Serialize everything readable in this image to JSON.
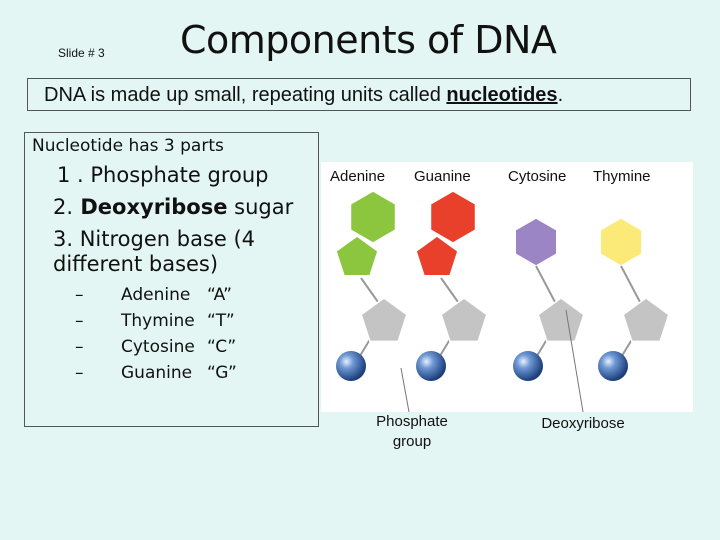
{
  "slide_number": "Slide # 3",
  "title": "Components of DNA",
  "intro": {
    "prefix": "DNA is made up small, repeating units called ",
    "term": "nucleotides",
    "suffix": "."
  },
  "parts": {
    "heading": "Nucleotide has 3  parts",
    "items": [
      {
        "num": "1 .",
        "bold": "",
        "text": " Phosphate group"
      },
      {
        "num": "2.",
        "bold": " Deoxyribose",
        "text": " sugar"
      },
      {
        "num": "3.",
        "bold": "",
        "text": " Nitrogen base (4 different bases)"
      }
    ],
    "bases": [
      {
        "dash": "–",
        "name": "Adenine",
        "letter": "“A”"
      },
      {
        "dash": "–",
        "name": "Thymine",
        "letter": "“T”"
      },
      {
        "dash": "–",
        "name": "Cytosine",
        "letter": "“C”"
      },
      {
        "dash": "–",
        "name": "Guanine",
        "letter": "“G”"
      }
    ]
  },
  "figure": {
    "labels": [
      "Adenine",
      "Guanine",
      "Cytosine",
      "Thymine"
    ],
    "caption_phosphate": "Phosphate group",
    "caption_deoxyribose": "Deoxyribose",
    "colors": {
      "adenine": "#8cc63e",
      "guanine": "#e8402a",
      "cytosine": "#9b85c4",
      "thymine": "#fbe978",
      "sugar": "#c4c4c4",
      "phosphate": "#2f5fa6"
    }
  }
}
